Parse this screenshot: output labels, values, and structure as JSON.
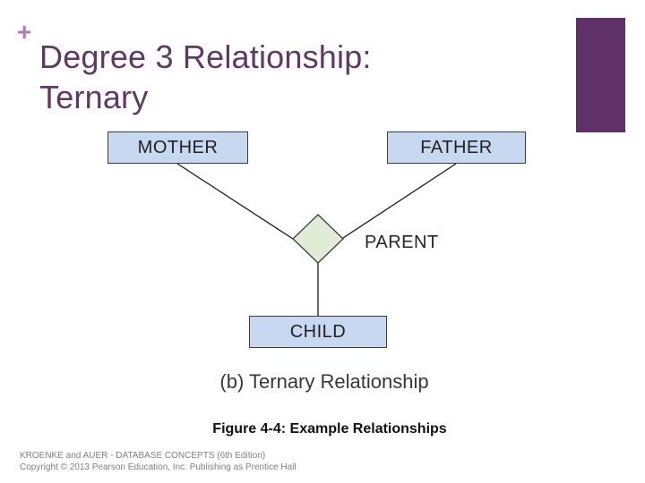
{
  "slide": {
    "plus_marker": "+",
    "title_line1": "Degree 3 Relationship:",
    "title_line2": "Ternary"
  },
  "diagram": {
    "entities": [
      {
        "label": "MOTHER"
      },
      {
        "label": "FATHER"
      },
      {
        "label": "CHILD"
      }
    ],
    "relationship": {
      "label": "PARENT"
    },
    "caption": "(b) Ternary Relationship"
  },
  "figure_caption": "Figure 4-4:  Example Relationships",
  "footer": {
    "line1": "KROENKE and AUER - DATABASE CONCEPTS (6th Edition)",
    "line2": "Copyright © 2013 Pearson Education, Inc. Publishing as Prentice Hall"
  },
  "colors": {
    "title_text": "#5d3a62",
    "plus_marker": "#b077bd",
    "accent_bar": "#5f3168",
    "entity_fill": "#c6d9f1",
    "entity_border": "#3d3d3d",
    "diamond_fill": "#e0ecd6",
    "footer_text": "#828282"
  }
}
